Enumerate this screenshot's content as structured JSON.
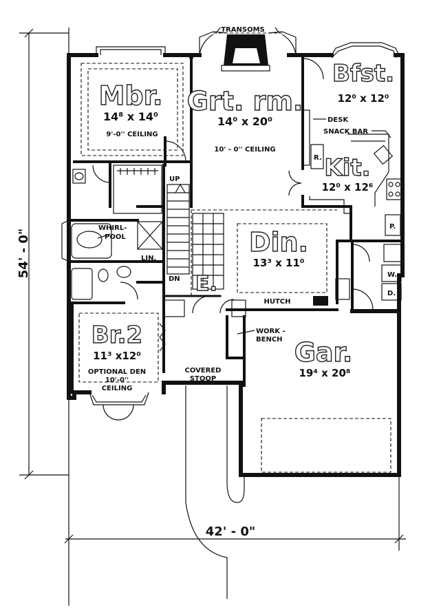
{
  "overall": {
    "depth": "54' - 0\"",
    "width": "42' - 0\""
  },
  "rooms": {
    "master_bedroom": {
      "name": "Mbr.",
      "size": "14⁸ x 14⁰",
      "note": "9'-0'' CEILING"
    },
    "great_room": {
      "name": "Grt. rm.",
      "size": "14⁰ x 20⁰",
      "note": "10' - 0'' CEILING"
    },
    "breakfast": {
      "name": "Bfst.",
      "size": "12⁰ x 12⁰"
    },
    "kitchen": {
      "name": "Kit.",
      "size": "12⁰ x 12⁶"
    },
    "dining": {
      "name": "Din.",
      "size": "13³ x 11⁰"
    },
    "entry": {
      "name": "E."
    },
    "bedroom2": {
      "name": "Br.2",
      "size": "11³ x12⁰",
      "note1": "OPTIONAL  DEN",
      "note2": "10'-0''",
      "note3": "CEILING"
    },
    "garage": {
      "name": "Gar.",
      "size": "19⁴ x 20⁸"
    }
  },
  "labels": {
    "transoms": "TRANSOMS",
    "desk": "DESK",
    "snack_bar": "SNACK BAR",
    "whirlpool_1": "WHIRL-",
    "whirlpool_2": "POOL",
    "linen": "LIN.",
    "up": "UP",
    "down": "DN",
    "hutch": "HUTCH",
    "workbench_1": "WORK -",
    "workbench_2": "BENCH",
    "covered_1": "COVERED",
    "covered_2": "STOOP",
    "refrigerator": "R.",
    "pantry": "P.",
    "washer": "W.",
    "dryer": "D."
  }
}
